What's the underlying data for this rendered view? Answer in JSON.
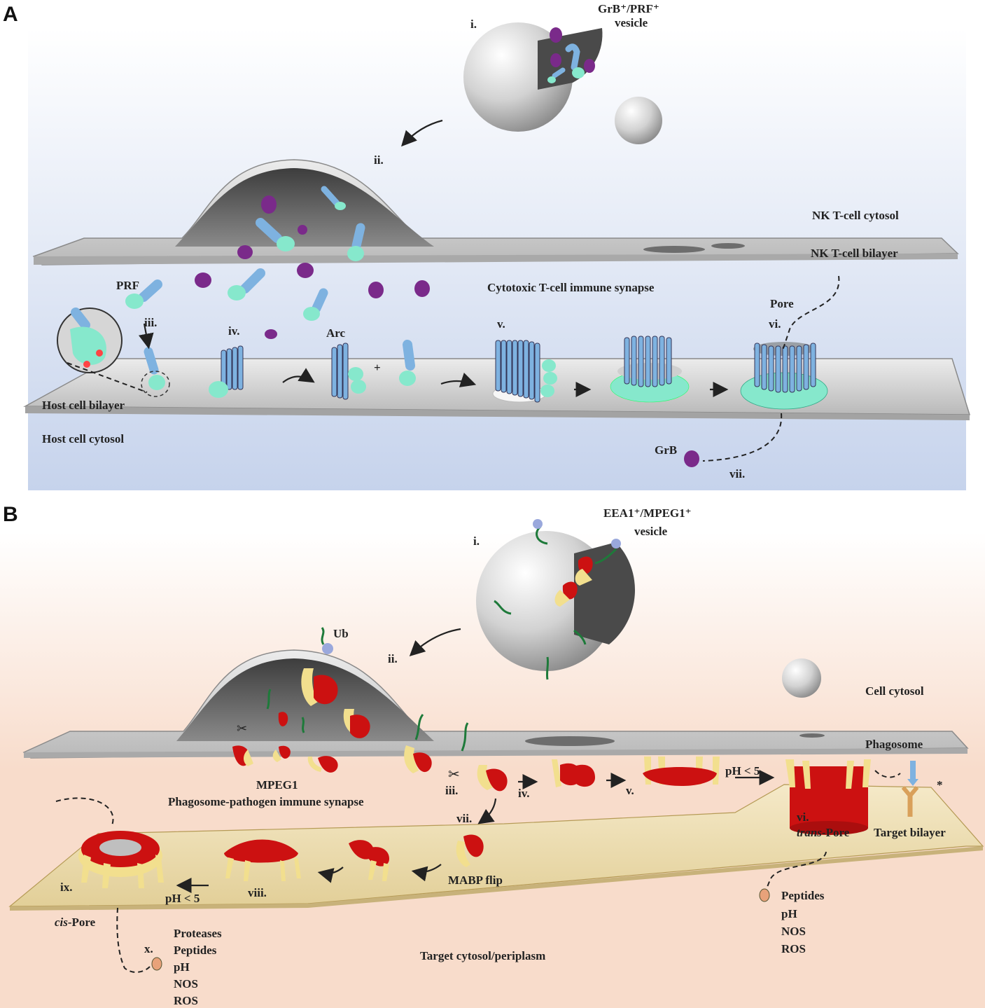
{
  "panel_a": {
    "letter": "A",
    "labels": {
      "step_i": "i.",
      "vesicle_line1": "GrB⁺/PRF⁺",
      "vesicle_line2": "vesicle",
      "step_ii": "ii.",
      "nk_cytosol": "NK T-cell cytosol",
      "nk_bilayer": "NK T-cell bilayer",
      "prf": "PRF",
      "synapse": "Cytotoxic T-cell immune synapse",
      "pore": "Pore",
      "step_iii": "iii.",
      "step_iv": "iv.",
      "arc": "Arc",
      "plus": "+",
      "step_v": "v.",
      "step_vi": "vi.",
      "host_bilayer": "Host cell bilayer",
      "host_cytosol": "Host cell cytosol",
      "grb": "GrB",
      "step_vii": "vii."
    },
    "colors": {
      "background_top": "#ffffff",
      "background_bottom": "#c9d6ee",
      "perforin_stalk": "#7eb2e0",
      "perforin_domain": "#86e8cc",
      "granzyme": "#7a2a8a",
      "membrane": "#cfcfcf"
    }
  },
  "panel_b": {
    "letter": "B",
    "labels": {
      "vesicle_line1": "EEA1⁺/MPEG1⁺",
      "vesicle_line2": "vesicle",
      "step_i": "i.",
      "ub": "Ub",
      "step_ii": "ii.",
      "cell_cytosol": "Cell cytosol",
      "phagosome": "Phagosome",
      "mpeg1": "MPEG1",
      "synapse": "Phagosome-pathogen immune synapse",
      "step_iii": "iii.",
      "step_iv": "iv.",
      "step_v": "v.",
      "ph_right": "pH < 5",
      "asterisk": "*",
      "step_vi": "vi.",
      "trans_pore_italic": "trans",
      "trans_pore_rest": "-Pore",
      "target_bilayer": "Target bilayer",
      "step_vii": "vii.",
      "mabp_flip": "MABP flip",
      "step_viii": "viii.",
      "ph_left": "pH < 5",
      "step_ix": "ix.",
      "cis_pore_italic": "cis",
      "cis_pore_rest": "-Pore",
      "step_x": "x.",
      "target_cytosol": "Target cytosol/periplasm",
      "left_list": [
        "Proteases",
        "Peptides",
        "pH",
        "NOS",
        "ROS"
      ],
      "right_list": [
        "Peptides",
        "pH",
        "NOS",
        "ROS"
      ]
    },
    "colors": {
      "background_top": "#ffffff",
      "background_bottom": "#f6d8c6",
      "mpeg1_red": "#cc1111",
      "mpeg1_yellow": "#f2df8e",
      "ubiquitin": "#9aa8dc",
      "ub_chain": "#1e7a3a",
      "target_bilayer": "#f1e2b8"
    }
  }
}
